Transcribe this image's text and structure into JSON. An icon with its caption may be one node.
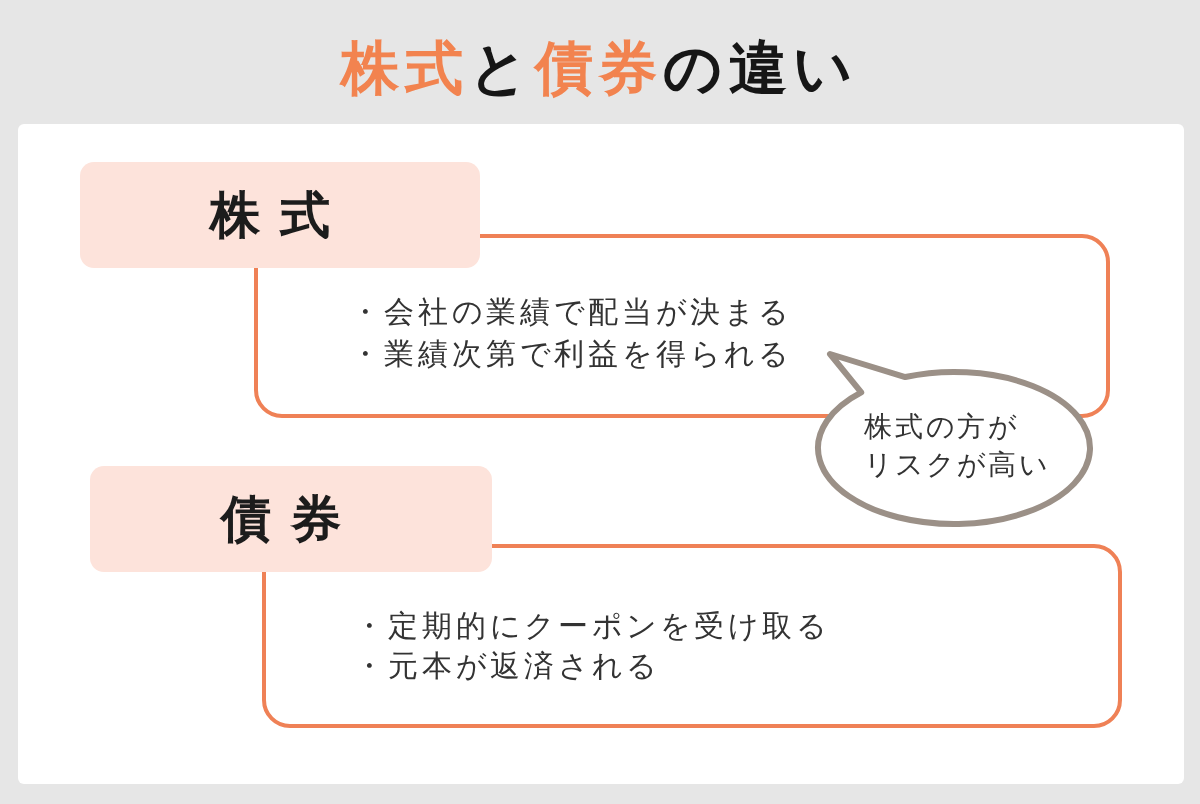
{
  "diagram": {
    "title": "**株式**と**債券**の違い",
    "nodes": [
      {
        "text": [
          "株式"
        ]
      },
      {
        "text": [
          "・会社の業績で配当が決まる",
          "・業績次第で利益を得られる"
        ]
      },
      {
        "text": [
          "株式の方がリスクが高い"
        ]
      },
      {
        "text": [
          "債券"
        ]
      },
      {
        "text": [
          "・定期的にクーポンを受け取る",
          "・元本が返済される"
        ]
      }
    ]
  }
}
